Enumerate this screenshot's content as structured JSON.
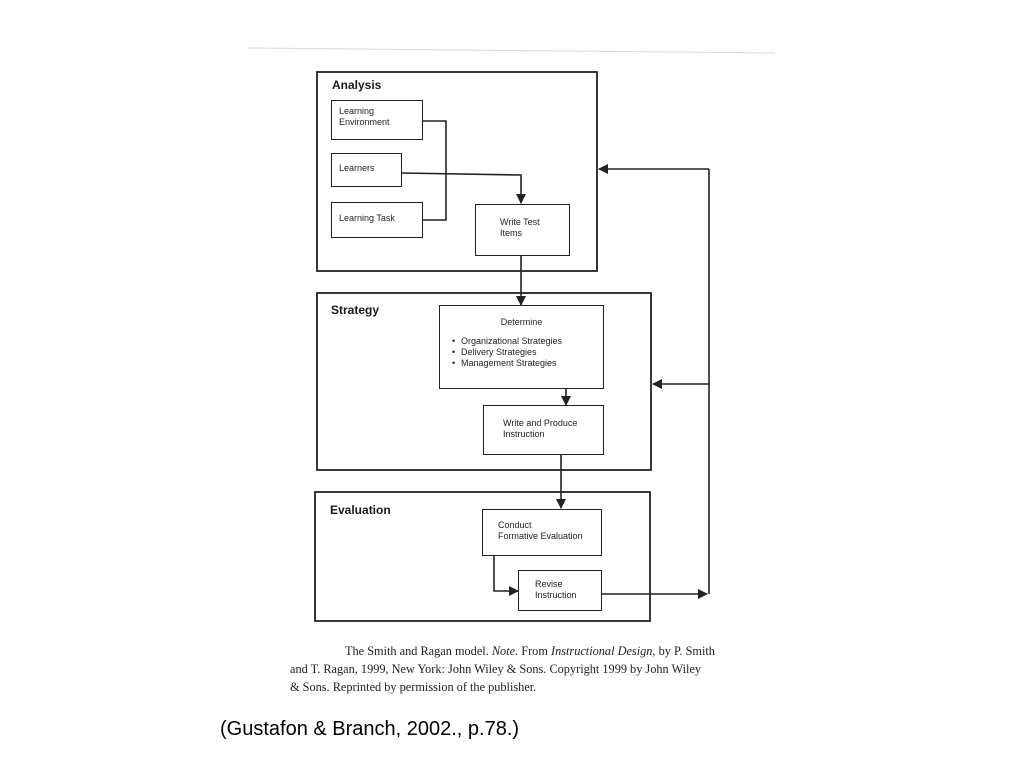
{
  "sections": {
    "analysis": "Analysis",
    "strategy": "Strategy",
    "evaluation": "Evaluation"
  },
  "boxes": {
    "learning_environment": [
      "Learning",
      "Environment"
    ],
    "learners": "Learners",
    "learning_task": "Learning Task",
    "write_test_items": [
      "Write Test",
      "Items"
    ],
    "determine_title": "Determine",
    "determine_bullets": [
      "Organizational Strategies",
      "Delivery Strategies",
      "Management Strategies"
    ],
    "write_produce": [
      "Write and Produce",
      "Instruction"
    ],
    "conduct_formative": [
      "Conduct",
      "Formative Evaluation"
    ],
    "revise_instruction": [
      "Revise",
      "Instruction"
    ]
  },
  "caption": {
    "line1_pre": "The Smith and Ragan model. ",
    "line1_note": "Note.",
    "line1_mid": " From ",
    "line1_book": "Instructional Design,",
    "line1_post": " by P. Smith",
    "line2": "and T. Ragan, 1999, New York: John Wiley & Sons. Copyright 1999 by John Wiley",
    "line3": "& Sons. Reprinted by permission of the publisher."
  },
  "citation": "(Gustafon & Branch, 2002., p.78.)"
}
